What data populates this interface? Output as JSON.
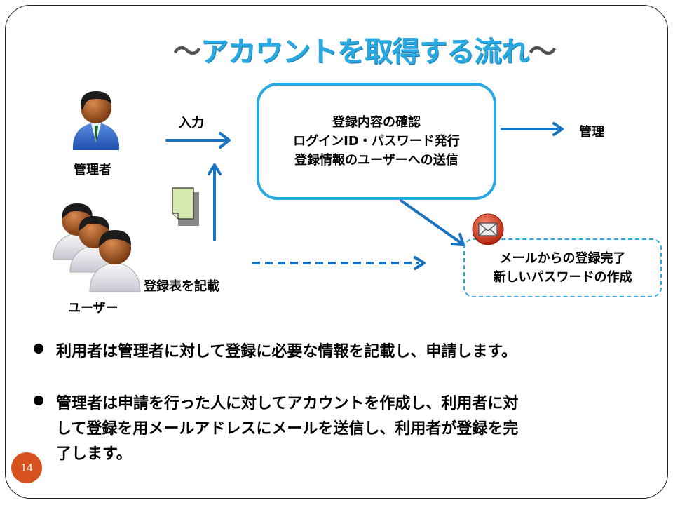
{
  "slide": {
    "title": {
      "prefix": "〜",
      "text": "アカウントを取得する流れ",
      "suffix": "〜"
    },
    "actors": {
      "admin": {
        "label": "管理者",
        "icon": "admin-user-icon"
      },
      "users": {
        "label": "ユーザー",
        "icon": "user-group-icon"
      }
    },
    "flow": {
      "input_label": "入力",
      "form_label": "登録表を記載",
      "form_icon": "document-icon",
      "main_box": {
        "lines": [
          "登録内容の確認",
          "ログインID・パスワード発行",
          "登録情報のユーザーへの送信"
        ]
      },
      "manage_label": "管理",
      "mail_icon": "mail-icon",
      "mail_box": {
        "lines": [
          "メールからの登録完了",
          "新しいパスワードの作成"
        ]
      }
    },
    "bullets": [
      {
        "text": "利用者は管理者に対して登録に必要な情報を記載し、申請します。"
      },
      {
        "lines": [
          "管理者は申請を行った人に対してアカウントを作成し、利用者に対",
          "して登録を用メールアドレスにメールを送信し、利用者が登録を完",
          "了します。"
        ]
      }
    ],
    "page_number": "14",
    "colors": {
      "title": "#29a9e1",
      "arrow": "#1a73c0",
      "box_border": "#29a9e1",
      "page_badge": "#d7521f"
    }
  }
}
